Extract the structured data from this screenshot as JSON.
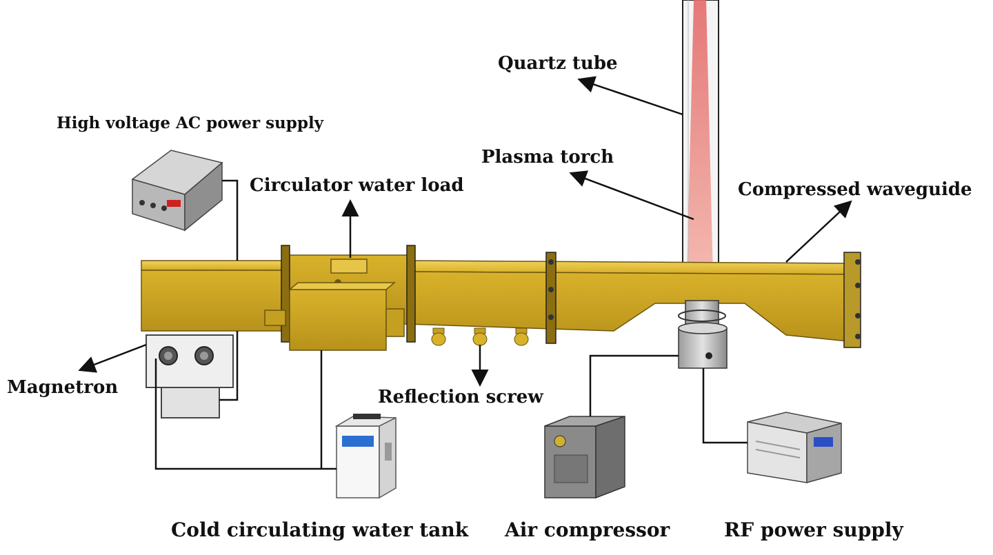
{
  "labels": {
    "quartz_tube": "Quartz tube",
    "high_voltage_ac_power_supply": "High voltage AC power supply",
    "plasma_torch": "Plasma torch",
    "circulator_water_load": "Circulator water load",
    "compressed_waveguide": "Compressed waveguide",
    "magnetron": "Magnetron",
    "reflection_screw": "Reflection screw",
    "cold_circulating_water_tank": "Cold circulating water tank",
    "air_compressor": "Air compressor",
    "rf_power_supply": "RF power supply"
  },
  "colors": {
    "waveguide_gold": "#d9b22b",
    "waveguide_dark": "#a8860f",
    "plasma_pink": "#e88a8a",
    "equipment_grey": "#9a9a9a",
    "cable": "#111111"
  }
}
